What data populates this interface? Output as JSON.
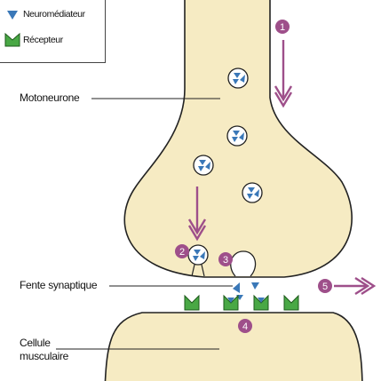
{
  "legend": {
    "neurotransmitter": "Neuromédiateur",
    "receptor": "Récepteur"
  },
  "labels": {
    "motoneuron": "Motoneurone",
    "synaptic_cleft": "Fente synaptique",
    "muscle_cell_line1": "Cellule",
    "muscle_cell_line2": "musculaire"
  },
  "steps": [
    "1",
    "2",
    "3",
    "4",
    "5"
  ],
  "colors": {
    "cell_fill": "#f6ebc3",
    "cell_stroke": "#222222",
    "step_badge": "#9e4f8a",
    "arrow": "#9e4f8a",
    "neurotransmitter": "#3a78b8",
    "receptor": "#49a845"
  }
}
